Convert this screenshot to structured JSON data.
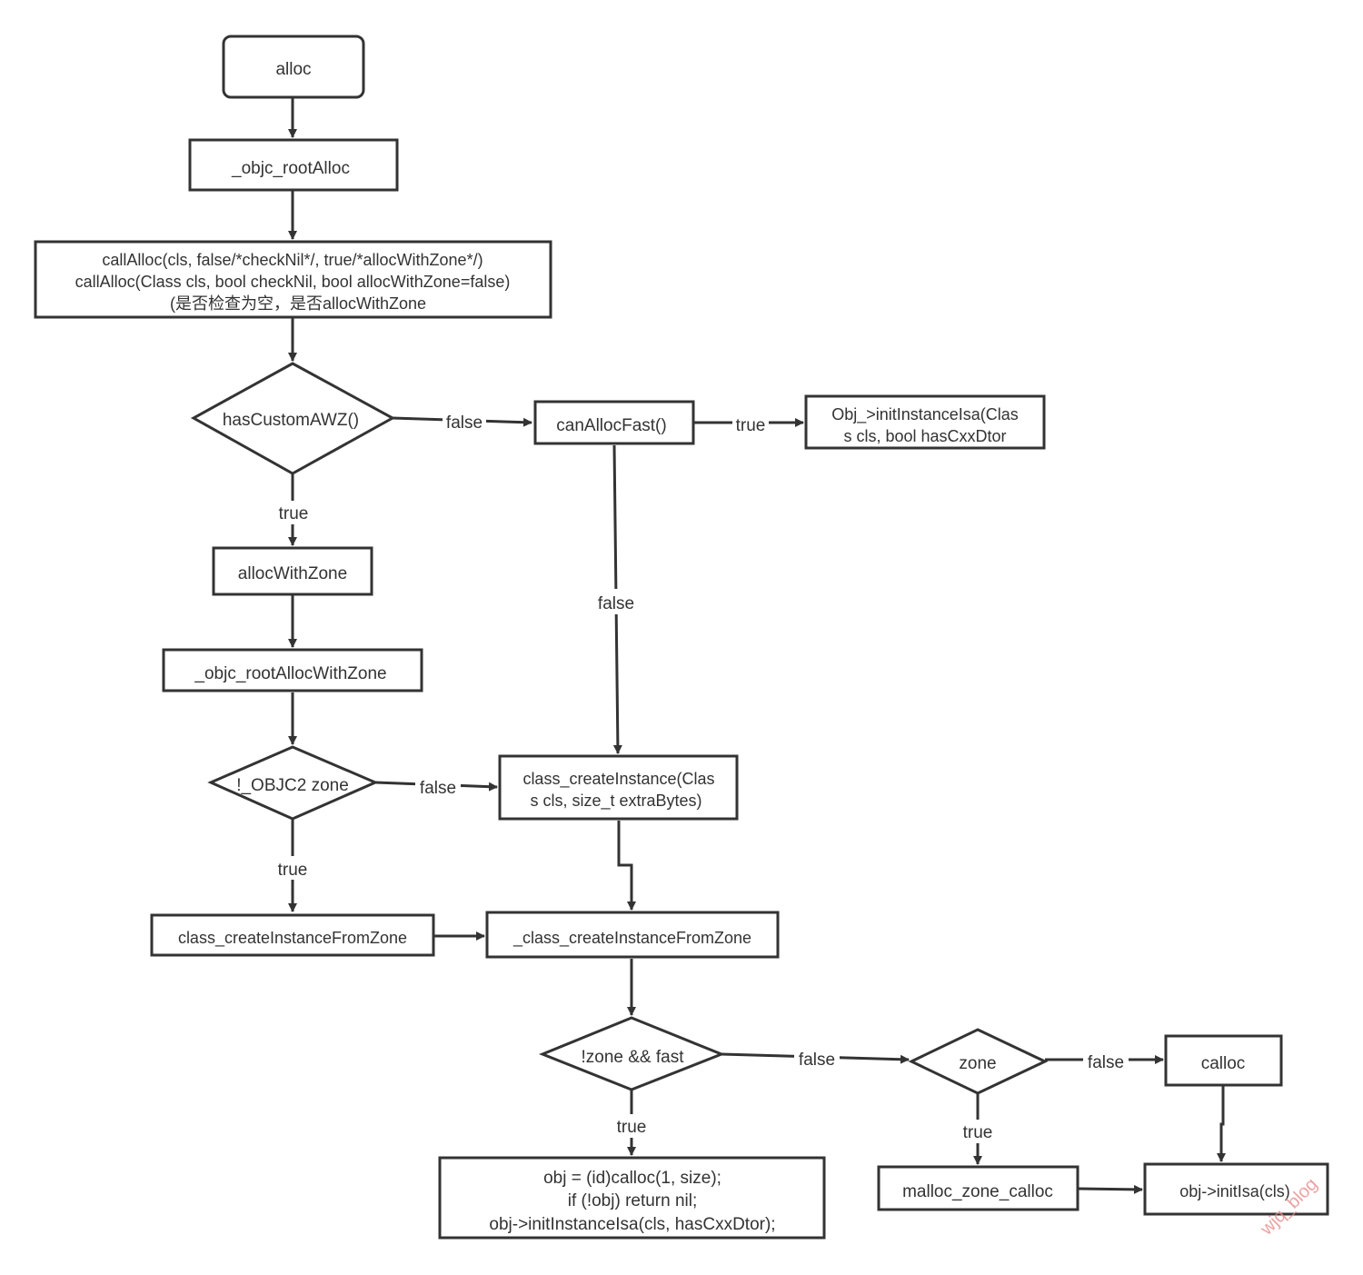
{
  "nodes": {
    "alloc": {
      "label": "alloc"
    },
    "objc_rootAlloc": {
      "label": "_objc_rootAlloc"
    },
    "callAlloc": {
      "lines": [
        "callAlloc(cls, false/*checkNil*/, true/*allocWithZone*/)",
        "callAlloc(Class cls, bool checkNil, bool allocWithZone=false)",
        "(是否检查为空，是否allocWithZone"
      ]
    },
    "hasCustomAWZ": {
      "label": "hasCustomAWZ()"
    },
    "canAllocFast": {
      "label": "canAllocFast()"
    },
    "initInstanceIsa": {
      "lines": [
        "Obj_>initInstanceIsa(Clas",
        "s cls, bool hasCxxDtor"
      ]
    },
    "allocWithZone": {
      "label": "allocWithZone"
    },
    "objc_rootAllocWithZone": {
      "label": "_objc_rootAllocWithZone"
    },
    "objc2zone": {
      "label": "!_OBJC2 zone"
    },
    "class_createInstance": {
      "lines": [
        "class_createInstance(Clas",
        "s cls, size_t extraBytes)"
      ]
    },
    "class_createInstanceFromZone": {
      "label": "class_createInstanceFromZone"
    },
    "_class_createInstanceFromZone": {
      "label": "_class_createInstanceFromZone"
    },
    "zoneFast": {
      "label": "!zone && fast"
    },
    "zone": {
      "label": "zone"
    },
    "calloc": {
      "label": "calloc"
    },
    "objCalloc": {
      "lines": [
        "obj = (id)calloc(1, size);",
        "if (!obj) return nil;",
        "obj->initInstanceIsa(cls, hasCxxDtor);"
      ]
    },
    "malloc_zone_calloc": {
      "label": "malloc_zone_calloc"
    },
    "initIsa": {
      "label": "obj->initIsa(cls)"
    }
  },
  "edges": {
    "awz_false": "false",
    "awz_true": "true",
    "fast_true": "true",
    "fast_false": "false",
    "objc2_false": "false",
    "objc2_true": "true",
    "zf_false": "false",
    "zf_true": "true",
    "zone_false": "false",
    "zone_true": "true"
  },
  "watermark": "wjq_blog"
}
